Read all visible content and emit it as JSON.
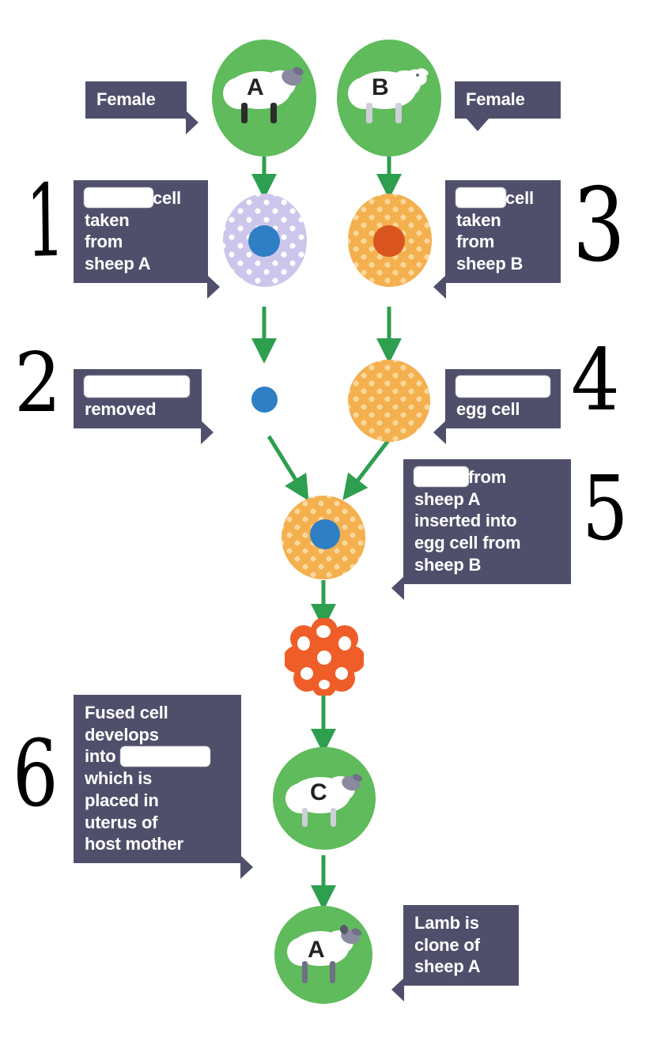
{
  "diagram": {
    "title": "Sheep cloning (somatic cell nuclear transfer) flow diagram",
    "colors": {
      "label_box": "#504f6b",
      "label_text": "#ffffff",
      "green_circle": "#5fbb5c",
      "arrow_green": "#2e9e4f",
      "cell_purple": "#cdc6ec",
      "cell_orange": "#f4b04f",
      "nucleus_blue": "#2e7fc4",
      "nucleus_red": "#d9541e",
      "morula_orange": "#ef5e28",
      "handwriting": "#000000",
      "background": "#ffffff"
    }
  },
  "sheep": {
    "a_top": "A",
    "b_top": "B",
    "c_surrogate": "C",
    "a_lamb": "A"
  },
  "labels": {
    "female_left": {
      "lines": [
        "Female"
      ]
    },
    "female_right": {
      "lines": [
        "Female"
      ]
    },
    "cell_from_a": {
      "lines": [
        "[blank] cell",
        "taken",
        "from",
        "sheep A"
      ],
      "blank_width": 86
    },
    "cell_from_b": {
      "lines": [
        "[blank] cell",
        "taken",
        "from",
        "sheep B"
      ],
      "blank_width": 86
    },
    "nucleus_removed": {
      "lines": [
        "[blank]",
        "removed"
      ],
      "blank_width": 132
    },
    "egg_cell": {
      "lines": [
        "[blank]",
        "egg cell"
      ],
      "blank_width": 118
    },
    "inserted": {
      "lines": [
        "[blank] from",
        "sheep A",
        "inserted into",
        "egg cell from",
        "sheep B"
      ],
      "blank_width": 72
    },
    "fused_cell": {
      "lines": [
        "Fused cell",
        "develops",
        "into [blank]",
        "which is",
        "placed in",
        "uterus of",
        "host mother"
      ],
      "blank_width": 118
    },
    "lamb_clone": {
      "lines": [
        "Lamb is",
        "clone of",
        "sheep A"
      ]
    }
  },
  "label_text": {
    "female": "Female",
    "cell_word": "cell",
    "taken": "taken",
    "from": "from",
    "sheep_a": "sheep A",
    "sheep_b": "sheep B",
    "removed": "removed",
    "egg_cell": "egg cell",
    "from_word": "from",
    "inserted_into": "inserted into",
    "egg_cell_from": "egg cell from",
    "fused_cell": "Fused cell",
    "develops": "develops",
    "into": "into",
    "which_is": "which is",
    "placed_in": "placed in",
    "uterus_of": "uterus of",
    "host_mother": "host mother",
    "lamb_is": "Lamb is",
    "clone_of": "clone of"
  },
  "step_numbers": {
    "one": "1",
    "two": "2",
    "three": "3",
    "four": "4",
    "five": "5",
    "six": "6"
  }
}
